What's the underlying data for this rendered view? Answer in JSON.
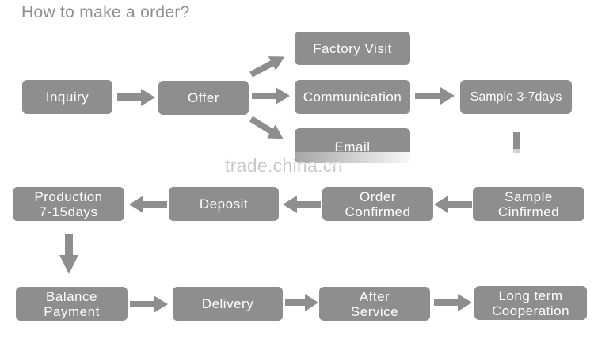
{
  "title": "How to make a order?",
  "steps": {
    "inquiry": "Inquiry",
    "offer": "Offer",
    "factory_visit": "Factory Visit",
    "communication": "Communication",
    "email": "Email",
    "sample": "Sample 3-7days",
    "sample_confirmed": "Sample\nCinfirmed",
    "order_confirmed": "Order\nConfirmed",
    "deposit": "Deposit",
    "production": "Production\n7-15days",
    "balance_payment": "Balance\nPayment",
    "delivery": "Delivery",
    "after_service": "After\nService",
    "long_term": "Long term\nCooperation"
  },
  "watermark": "trade.china.cn",
  "colors": {
    "box": "#8e8e8e",
    "text": "#ffffff",
    "title": "#8e8e8e"
  }
}
